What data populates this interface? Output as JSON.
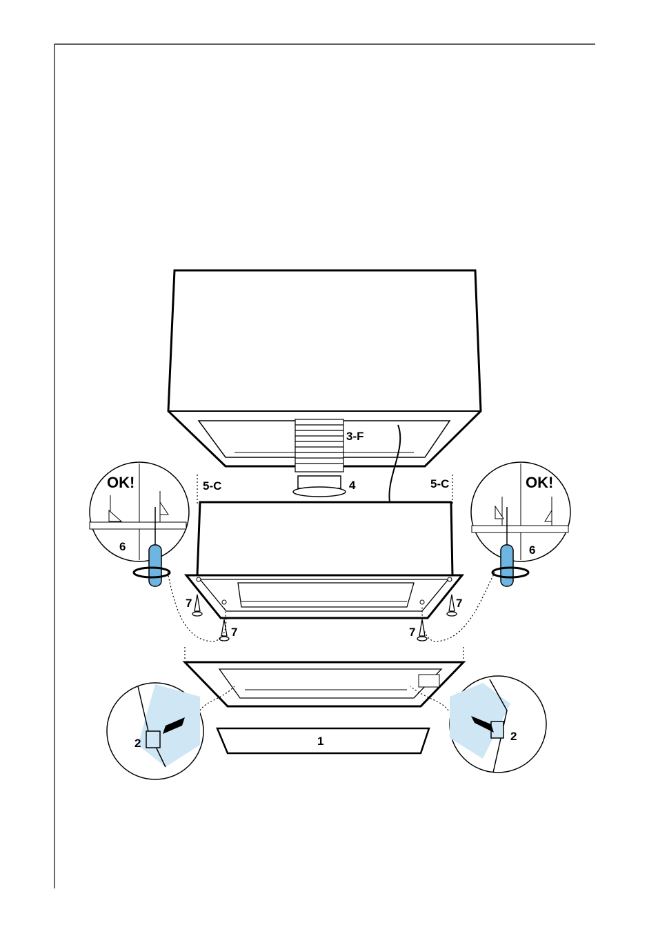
{
  "labels": {
    "part_1": "1",
    "part_2_left": "2",
    "part_2_right": "2",
    "part_3f": "3-F",
    "part_4": "4",
    "part_5c_left": "5-C",
    "part_5c_right": "5-C",
    "part_6_left": "6",
    "part_6_right": "6",
    "part_7_a": "7",
    "part_7_b": "7",
    "part_7_c": "7",
    "part_7_d": "7",
    "ok_left": "OK!",
    "ok_right": "OK!"
  },
  "colors": {
    "line": "#000000",
    "highlight_blue": "#cfe7f5",
    "screwdriver_blue": "#6fb5e2"
  }
}
